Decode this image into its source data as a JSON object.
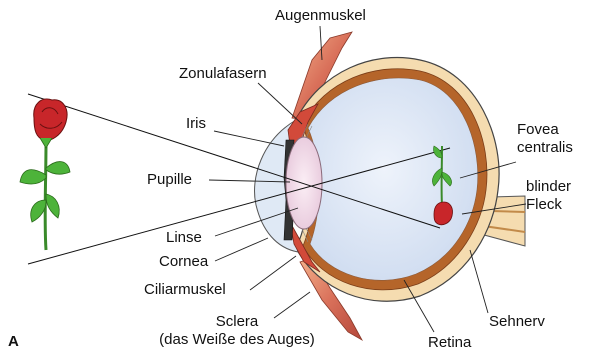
{
  "panel_letter": "A",
  "labels": {
    "augenmuskel": "Augenmuskel",
    "zonulafasern": "Zonulafasern",
    "iris": "Iris",
    "pupille": "Pupille",
    "linse": "Linse",
    "cornea": "Cornea",
    "ciliarmuskel": "Ciliarmuskel",
    "sclera_line1": "Sclera",
    "sclera_line2": "(das Weiße des Auges)",
    "retina": "Retina",
    "sehnerv": "Sehnerv",
    "fovea_line1": "Fovea",
    "fovea_line2": "centralis",
    "blinder_line1": "blinder",
    "blinder_line2": "Fleck"
  },
  "colors": {
    "sclera": "#f5dcb0",
    "choroid": "#b5652a",
    "vitreous": "#dce6f5",
    "lens": "#f0d9e6",
    "cornea": "#dfe9f5",
    "muscle": "#d24a3a",
    "rose_red": "#c8262a",
    "rose_leaf": "#4db33a"
  }
}
